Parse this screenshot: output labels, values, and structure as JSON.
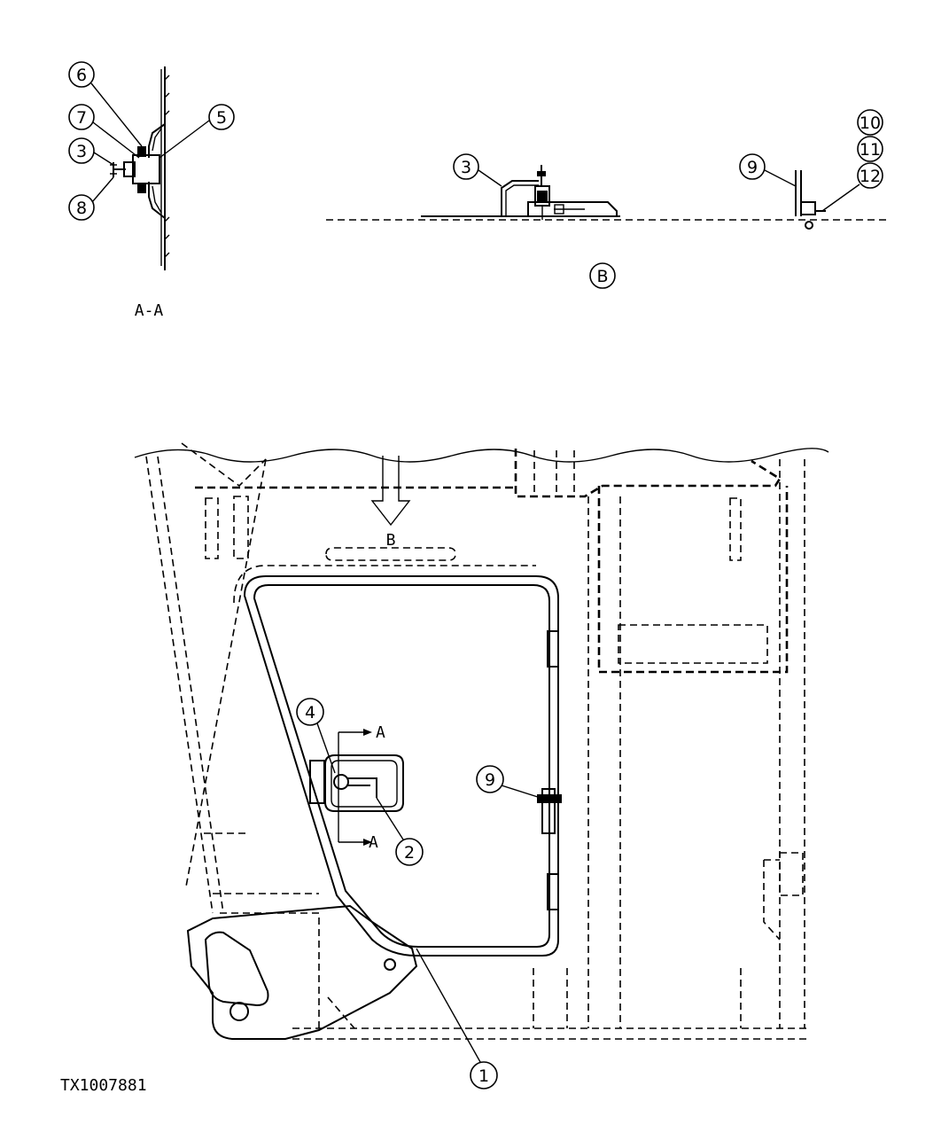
{
  "views": {
    "section_label": "A-A",
    "view_b_label": "B",
    "arrow_b_label": "B",
    "section_arrow_top_label": "A",
    "section_arrow_bottom_label": "A"
  },
  "callouts": {
    "section": [
      "6",
      "7",
      "3",
      "8",
      "5"
    ],
    "view_b": [
      "3",
      "9",
      "10",
      "11",
      "12"
    ],
    "main": [
      "4",
      "2",
      "9",
      "1"
    ]
  },
  "drawing_id": "TX1007881"
}
